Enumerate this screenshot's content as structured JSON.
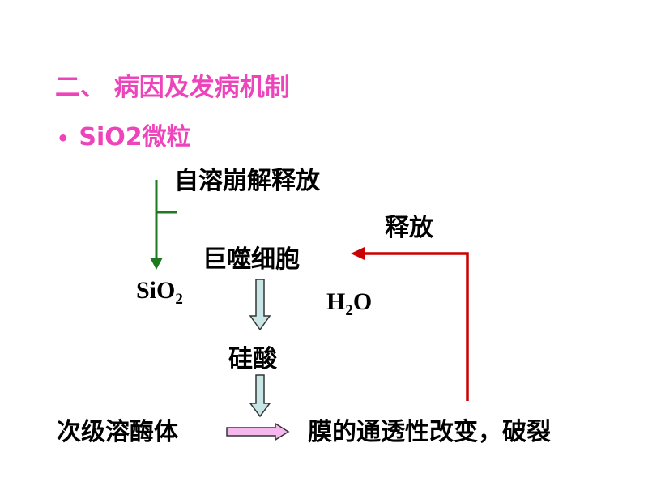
{
  "heading": "二、 病因及发病机制",
  "bullet": {
    "dot": "•",
    "text": "SiO2微粒"
  },
  "nodes": {
    "autolysis": "自溶崩解释放",
    "macrophage": "巨噬细胞",
    "silicic_acid": "硅酸",
    "secondary_lysosome": "次级溶酶体",
    "membrane_change": "膜的通透性改变，破裂",
    "release": "释放"
  },
  "formulas": {
    "sio2": {
      "base": "SiO",
      "sub": "2"
    },
    "h2o": {
      "h": "H",
      "sub": "2",
      "o": "O"
    }
  },
  "colors": {
    "heading": "#ee44bb",
    "green_arrow": "#1f7a1f",
    "red_arrow": "#cc0000",
    "blue_arrow_fill": "#c8e6e6",
    "pink_arrow_fill": "#f5b8ee"
  }
}
